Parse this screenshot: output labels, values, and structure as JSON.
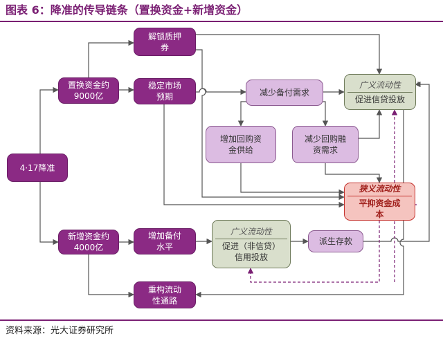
{
  "header": {
    "title": "图表 6：降准的传导链条（置换资金+新增资金）"
  },
  "footer": {
    "source": "资料来源：光大证券研究所"
  },
  "colors": {
    "accent": "#7a1f73",
    "dark_node": "#8b2a84",
    "light_node": "#dcbce2",
    "green_node": "#d9dfcc",
    "red_node": "#f5c4bf",
    "arrow": "#555555",
    "dashed_arrow": "#7a1f73"
  },
  "nodes": {
    "root": "4·17降准",
    "swap_funds": "置换资金约9000亿",
    "new_funds": "新增资金约4000亿",
    "unlock_collateral": "解锁质押券",
    "stabilize_expectations": "稳定市场预期",
    "raise_reserves": "增加备付水平",
    "restructure_liquidity": "重构流动性通路",
    "reduce_reserve_demand": "减少备付需求",
    "increase_repo_supply": "增加回购资金供给",
    "reduce_repo_demand": "减少回购融资需求",
    "broad_liquidity_top": {
      "title": "广义流动性",
      "body": "促进信贷投放"
    },
    "narrow_liquidity": {
      "title": "狭义流动性",
      "body": "平抑资金成本"
    },
    "broad_liquidity_bottom": {
      "title": "广义流动性",
      "body": "促进（非信贷）信用投放"
    },
    "derived_deposits": "派生存款"
  }
}
